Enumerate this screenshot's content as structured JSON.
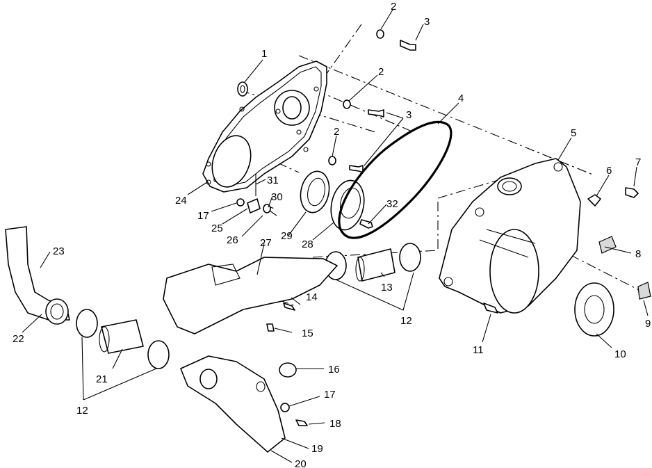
{
  "callouts": [
    "1",
    "2",
    "3",
    "4",
    "5",
    "6",
    "7",
    "8",
    "9",
    "10",
    "11",
    "12",
    "13",
    "14",
    "15",
    "16",
    "17",
    "18",
    "19",
    "20",
    "21",
    "22",
    "23",
    "24",
    "25",
    "26",
    "27",
    "28",
    "29",
    "30",
    "31",
    "32"
  ],
  "colors": {
    "line": "#000000",
    "background": "#ffffff",
    "shade": "#d9d9d9"
  }
}
